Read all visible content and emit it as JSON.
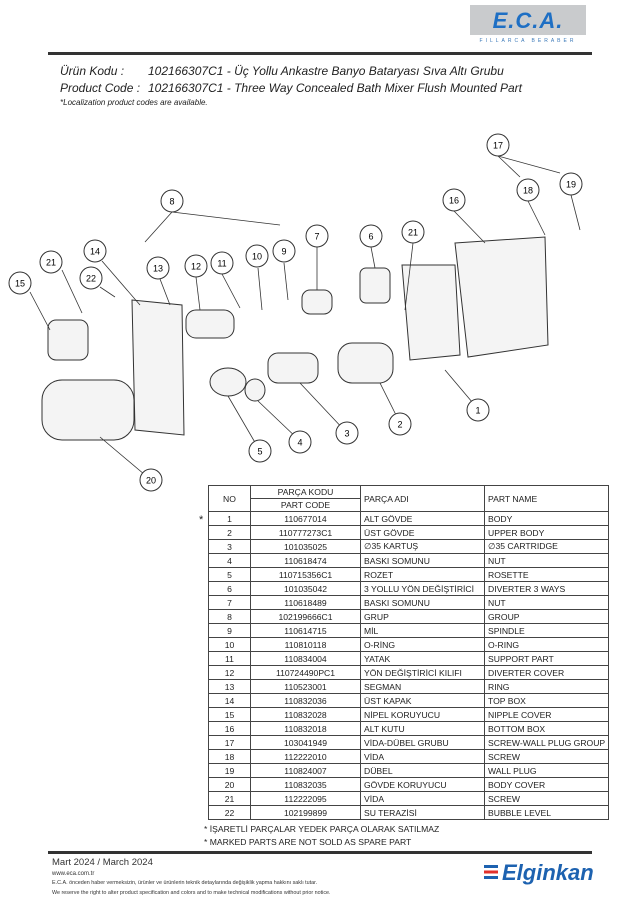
{
  "brand": {
    "logo": "E.C.A.",
    "tagline": "FILLARCA BERABER",
    "footer_logo": "Elginkan",
    "accent": "#1e6fc4"
  },
  "header": {
    "tr_label": "Ürün Kodu :",
    "tr_value": "102166307C1 - Üç Yollu Ankastre Banyo Bataryası Sıva Altı Grubu",
    "en_label": "Product Code :",
    "en_value": "102166307C1 - Three Way Concealed Bath Mixer Flush Mounted Part",
    "note": "*Localization product codes are available."
  },
  "diagram": {
    "callouts": [
      "15",
      "21",
      "22",
      "14",
      "13",
      "12",
      "11",
      "10",
      "9",
      "8",
      "7",
      "6",
      "21",
      "16",
      "18",
      "19",
      "17",
      "1",
      "2",
      "3",
      "4",
      "5",
      "20"
    ]
  },
  "table": {
    "headers": {
      "no": "NO",
      "code_tr": "PARÇA KODU",
      "code_en": "PART CODE",
      "name_tr": "PARÇA ADI",
      "name_en": "PART NAME"
    },
    "marker": "*",
    "rows": [
      {
        "no": "1",
        "code": "110677014",
        "tr": "ALT GÖVDE",
        "en": "BODY"
      },
      {
        "no": "2",
        "code": "110777273C1",
        "tr": "ÜST GÖVDE",
        "en": "UPPER BODY"
      },
      {
        "no": "3",
        "code": "101035025",
        "tr": "∅35 KARTUŞ",
        "en": "∅35 CARTRIDGE"
      },
      {
        "no": "4",
        "code": "110618474",
        "tr": "BASKI SOMUNU",
        "en": "NUT"
      },
      {
        "no": "5",
        "code": "110715356C1",
        "tr": "ROZET",
        "en": "ROSETTE"
      },
      {
        "no": "6",
        "code": "101035042",
        "tr": "3 YOLLU YÖN DEĞİŞTİRİCİ",
        "en": "DIVERTER 3 WAYS"
      },
      {
        "no": "7",
        "code": "110618489",
        "tr": "BASKI SOMUNU",
        "en": "NUT"
      },
      {
        "no": "8",
        "code": "102199666C1",
        "tr": "GRUP",
        "en": "GROUP"
      },
      {
        "no": "9",
        "code": "110614715",
        "tr": "MİL",
        "en": "SPINDLE"
      },
      {
        "no": "10",
        "code": "110810118",
        "tr": "O-RİNG",
        "en": "O-RING"
      },
      {
        "no": "11",
        "code": "110834004",
        "tr": "YATAK",
        "en": "SUPPORT PART"
      },
      {
        "no": "12",
        "code": "110724490PC1",
        "tr": "YÖN DEĞİŞTİRİCİ KILIFI",
        "en": "DIVERTER COVER"
      },
      {
        "no": "13",
        "code": "110523001",
        "tr": "SEGMAN",
        "en": "RING"
      },
      {
        "no": "14",
        "code": "110832036",
        "tr": "ÜST KAPAK",
        "en": "TOP BOX"
      },
      {
        "no": "15",
        "code": "110832028",
        "tr": "NİPEL KORUYUCU",
        "en": "NIPPLE COVER"
      },
      {
        "no": "16",
        "code": "110832018",
        "tr": "ALT KUTU",
        "en": "BOTTOM BOX"
      },
      {
        "no": "17",
        "code": "103041949",
        "tr": "VİDA-DÜBEL GRUBU",
        "en": "SCREW-WALL PLUG GROUP"
      },
      {
        "no": "18",
        "code": "112222010",
        "tr": "VİDA",
        "en": "SCREW"
      },
      {
        "no": "19",
        "code": "110824007",
        "tr": "DÜBEL",
        "en": "WALL PLUG"
      },
      {
        "no": "20",
        "code": "110832035",
        "tr": "GÖVDE KORUYUCU",
        "en": "BODY COVER"
      },
      {
        "no": "21",
        "code": "112222095",
        "tr": "VİDA",
        "en": "SCREW"
      },
      {
        "no": "22",
        "code": "102199899",
        "tr": "SU TERAZİSİ",
        "en": "BUBBLE LEVEL"
      }
    ],
    "note_tr": "* İŞARETLİ PARÇALAR YEDEK PARÇA OLARAK SATILMAZ",
    "note_en": "* MARKED PARTS ARE NOT SOLD AS SPARE PART"
  },
  "footer": {
    "date": "Mart 2024 / March 2024",
    "url": "www.eca.com.tr",
    "disclaimer_tr": "E.C.A. önceden haber vermeksizin, ürünler ve ürünlerin teknik detaylarında değişiklik yapma hakkını saklı tutar.",
    "disclaimer_en": "We reserve the right to alter product specification and colors and to make technical modifications without prior notice."
  }
}
